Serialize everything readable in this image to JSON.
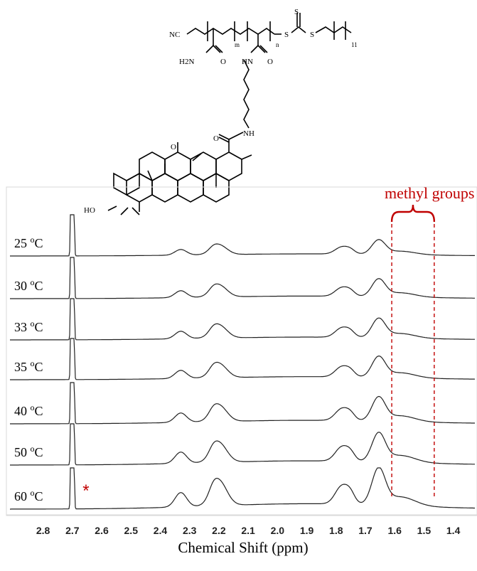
{
  "chart_data": {
    "type": "line",
    "xlabel": "Chemical Shift (ppm)",
    "xlim": [
      2.85,
      1.37
    ],
    "x_ticks": [
      "2.8",
      "2.7",
      "2.6",
      "2.5",
      "2.4",
      "2.3",
      "2.2",
      "2.1",
      "2.0",
      "1.9",
      "1.8",
      "1.7",
      "1.6",
      "1.5",
      "1.4"
    ],
    "grid": false,
    "series": [
      {
        "name": "25 oC",
        "temp": "25",
        "unit": "oC",
        "intensity": 0.45
      },
      {
        "name": "30 oC",
        "temp": "30",
        "unit": "oC",
        "intensity": 0.55
      },
      {
        "name": "33 oC",
        "temp": "33",
        "unit": "oC",
        "intensity": 0.6
      },
      {
        "name": "35 oC",
        "temp": "35",
        "unit": "oC",
        "intensity": 0.65
      },
      {
        "name": "40 oC",
        "temp": "40",
        "unit": "oC",
        "intensity": 0.75
      },
      {
        "name": "50 oC",
        "temp": "50",
        "unit": "oC",
        "intensity": 0.9
      },
      {
        "name": "60 oC",
        "temp": "60",
        "unit": "oC",
        "intensity": 1.15
      }
    ],
    "annotations": [
      {
        "text": "methyl groups",
        "x_range": [
          1.61,
          1.465
        ],
        "color": "#c00000"
      },
      {
        "text": "*",
        "x": 2.67,
        "color": "#c00000"
      }
    ]
  },
  "structure": {
    "labels": [
      "NC",
      "m",
      "n",
      "S",
      "S",
      "S",
      "11",
      "H2N",
      "O",
      "HN",
      "O",
      "O",
      "NH",
      "O",
      "HO"
    ]
  }
}
